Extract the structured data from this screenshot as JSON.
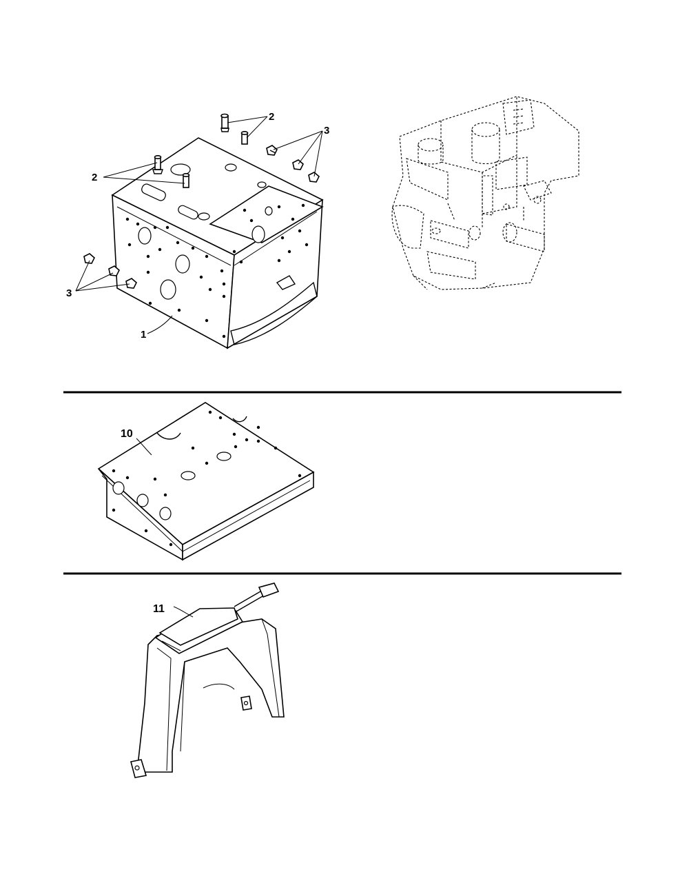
{
  "callouts": {
    "part_1": "1",
    "part_2": "2",
    "part_3": "3",
    "part_10": "10",
    "part_11": "11"
  },
  "icons": {
    "frame": "bracket-frame-icon",
    "engine": "engine-phantom-icon",
    "plate": "mounting-plate-icon",
    "cover": "shroud-cover-icon"
  }
}
